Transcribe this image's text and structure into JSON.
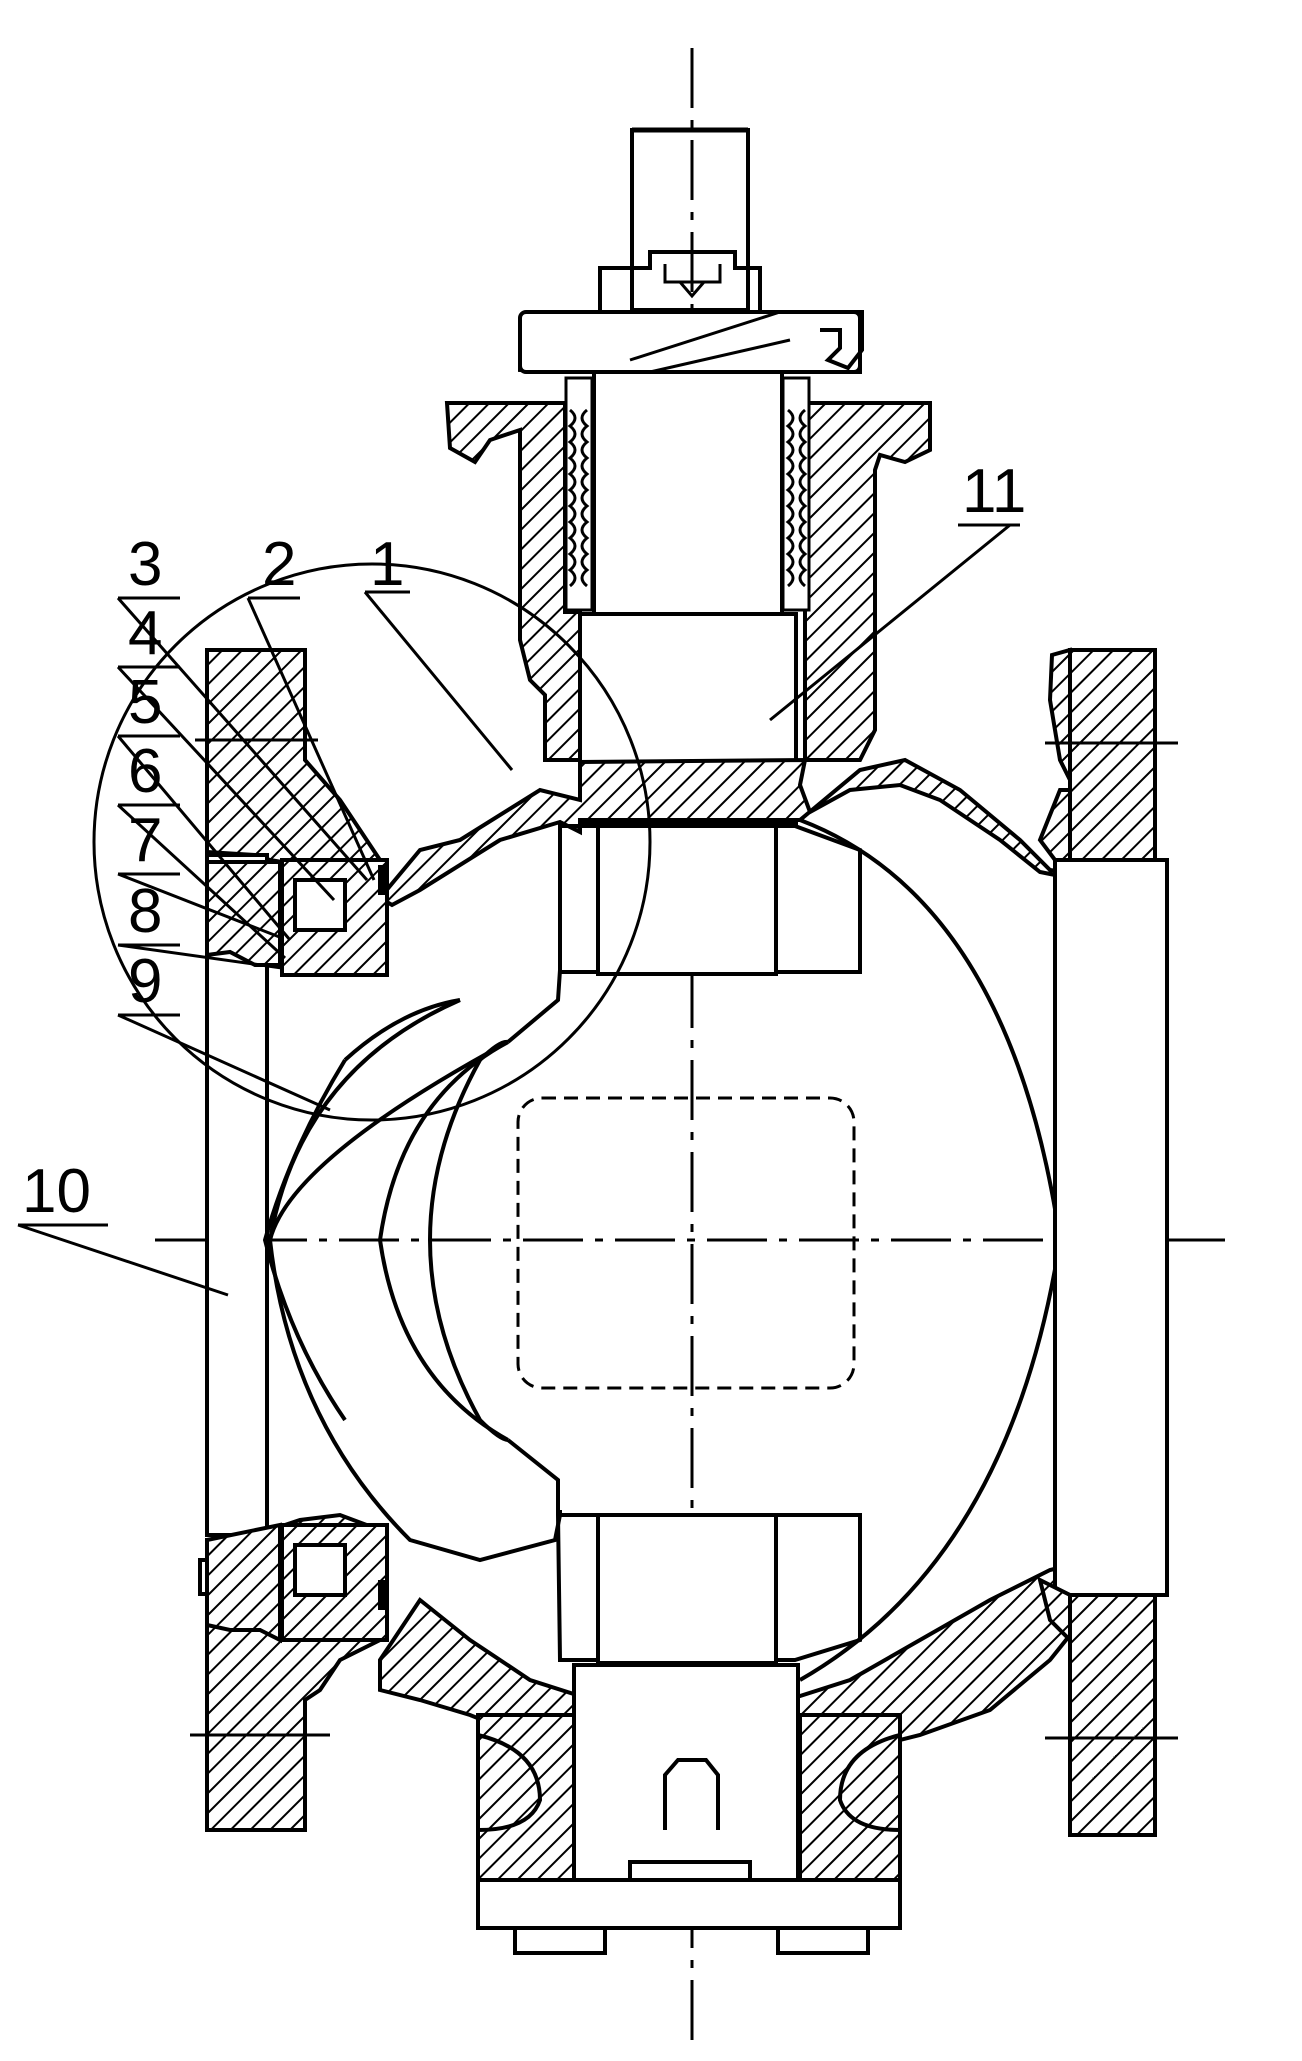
{
  "drawing": {
    "callouts": [
      {
        "id": "1",
        "text": "1"
      },
      {
        "id": "2",
        "text": "2"
      },
      {
        "id": "3",
        "text": "3"
      },
      {
        "id": "4",
        "text": "4"
      },
      {
        "id": "5",
        "text": "5"
      },
      {
        "id": "6",
        "text": "6"
      },
      {
        "id": "7",
        "text": "7"
      },
      {
        "id": "8",
        "text": "8"
      },
      {
        "id": "9",
        "text": "9"
      },
      {
        "id": "10",
        "text": "10"
      },
      {
        "id": "11",
        "text": "11"
      }
    ],
    "colors": {
      "ink": "#000000",
      "paper": "#ffffff"
    }
  }
}
